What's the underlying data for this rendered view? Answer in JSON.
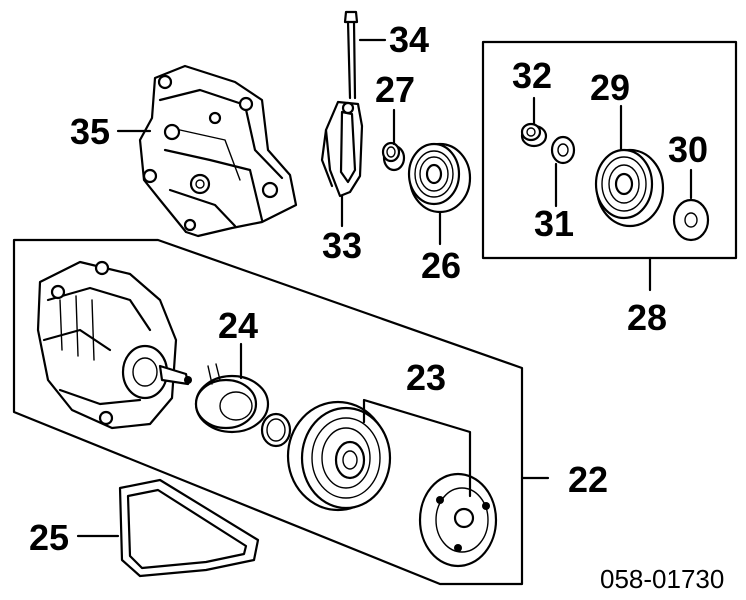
{
  "diagram": {
    "callouts": {
      "p22": "22",
      "p23": "23",
      "p24": "24",
      "p25": "25",
      "p26": "26",
      "p27": "27",
      "p28": "28",
      "p29": "29",
      "p30": "30",
      "p31": "31",
      "p32": "32",
      "p33": "33",
      "p34": "34",
      "p35": "35"
    },
    "reference_code": "058-01730"
  }
}
